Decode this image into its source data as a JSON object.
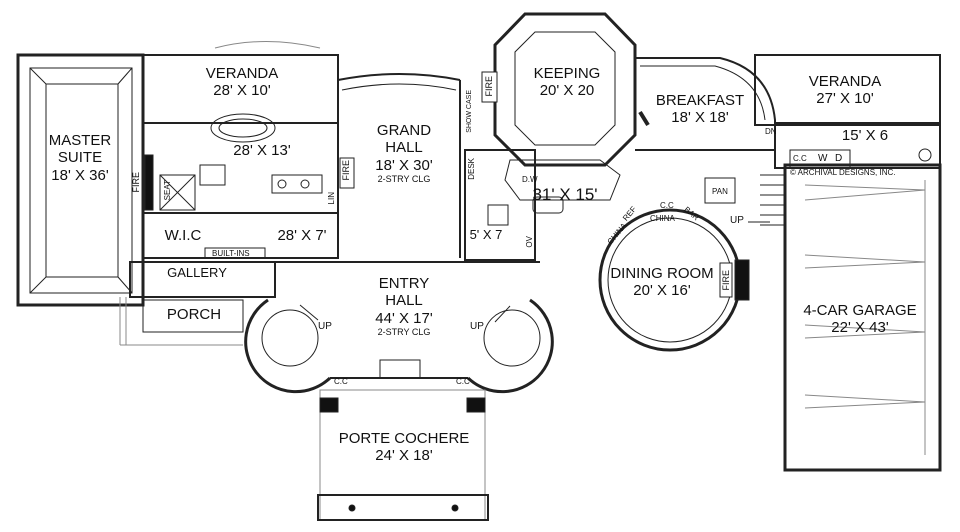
{
  "copyright": "© ARCHIVAL DESIGNS, INC.",
  "rooms": {
    "master_suite": {
      "name_line1": "MASTER",
      "name_line2": "SUITE",
      "size": "18' X 36'"
    },
    "veranda_left": {
      "name": "VERANDA",
      "size": "28' X 10'"
    },
    "master_bath": {
      "size": "28' X 13'"
    },
    "wic": {
      "name": "W.I.C",
      "size": "28' X 7'"
    },
    "gallery": {
      "name": "GALLERY"
    },
    "porch": {
      "name": "PORCH"
    },
    "grand_hall": {
      "name_line1": "GRAND",
      "name_line2": "HALL",
      "size": "18' X 30'",
      "note": "2-STRY CLG"
    },
    "entry_hall": {
      "name_line1": "ENTRY",
      "name_line2": "HALL",
      "size": "44' X 17'",
      "note": "2-STRY CLG"
    },
    "keeping": {
      "name": "KEEPING",
      "size": "20' X 20"
    },
    "kitchen": {
      "size": "31' X 15'"
    },
    "pantry_small": {
      "size": "5' X 7"
    },
    "breakfast": {
      "name": "BREAKFAST",
      "size": "18' X 18'"
    },
    "veranda_right": {
      "name": "VERANDA",
      "size": "27' X 10'"
    },
    "mudroom": {
      "size": "15' X 6"
    },
    "dining_room": {
      "name": "DINING ROOM",
      "size": "20' X 16'"
    },
    "garage": {
      "name": "4-CAR GARAGE",
      "size": "22' X 43'"
    },
    "porte_cochere": {
      "name": "PORTE COCHERE",
      "size": "24' X 18'"
    }
  },
  "fixtures": {
    "fire_master": "FIRE",
    "seat": "SEAT",
    "fire_hall": "FIRE",
    "lin": "LIN",
    "built_ins": "BUILT-INS",
    "fire_keeping": "FIRE",
    "show_case": "SHOW CASE",
    "desk": "DESK",
    "dw": "D.W",
    "ov": "OV",
    "china_1": "CHINA",
    "ref": "REF",
    "china_2": "CHINA",
    "cc_kitchen": "C.C",
    "bar": "BAR",
    "pan": "PAN",
    "fire_dining": "FIRE",
    "cc_mud": "C.C",
    "w": "W",
    "d": "D",
    "dn": "DN",
    "up_garage": "UP",
    "up_stair_left": "UP",
    "up_stair_right": "UP",
    "cc_left": "C.C",
    "cc_right": "C.C"
  }
}
